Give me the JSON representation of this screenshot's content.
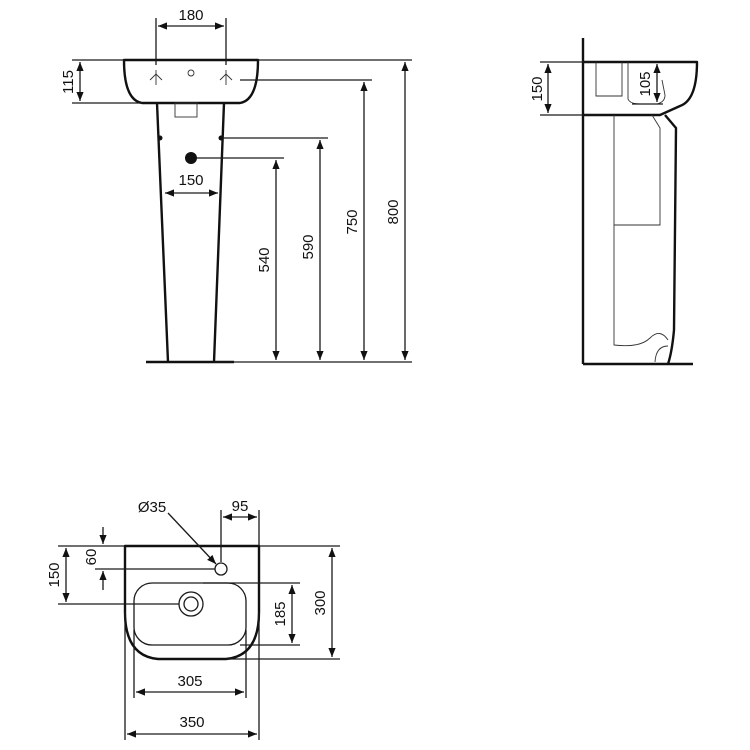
{
  "front_view": {
    "dim_tap_spacing": "180",
    "dim_basin_height": "115",
    "dim_pedestal_width": "150",
    "dim_waste_height": "540",
    "dim_inlet_height": "590",
    "dim_rim_height": "750",
    "dim_total_height": "800"
  },
  "side_view": {
    "dim_projection_outer": "150",
    "dim_projection_inner": "105"
  },
  "top_view": {
    "dim_tap_hole_diameter": "Ø35",
    "dim_tap_offset": "95",
    "dim_tap_hole_depth": "60",
    "dim_waste_depth": "150",
    "dim_bowl_depth": "185",
    "dim_basin_depth": "300",
    "dim_bowl_width": "305",
    "dim_basin_width": "350"
  }
}
